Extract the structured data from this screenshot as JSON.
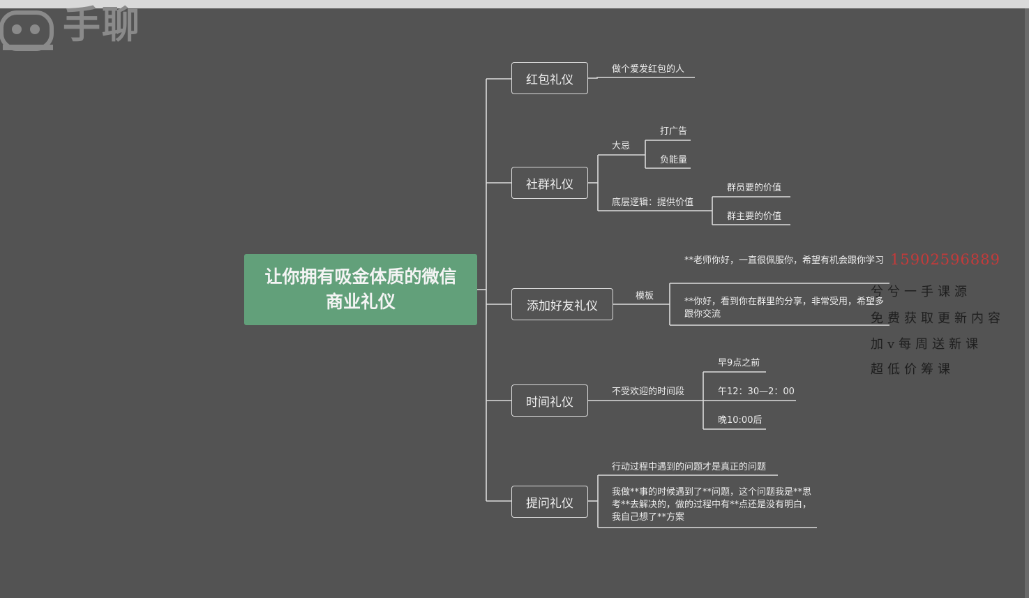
{
  "watermark": {
    "text": "手聊",
    "logo_icon": "robot-face-icon"
  },
  "mindmap": {
    "root": "让你拥有吸金体质的微信商业礼仪",
    "branches": [
      {
        "label": "红包礼仪",
        "children": [
          "做个爱发红包的人"
        ]
      },
      {
        "label": "社群礼仪",
        "children": [
          {
            "label": "大忌",
            "children": [
              "打广告",
              "负能量"
            ]
          },
          {
            "label": "底层逻辑：提供价值",
            "children": [
              "群员要的价值",
              "群主要的价值"
            ]
          }
        ]
      },
      {
        "label": "添加好友礼仪",
        "children": [
          {
            "label": "模板",
            "children": [
              "**老师你好，一直很佩服你，希望有机会跟你学习",
              "**你好，看到你在群里的分享，非常受用，希望多跟你交流"
            ]
          }
        ]
      },
      {
        "label": "时间礼仪",
        "children": [
          {
            "label": "不受欢迎的时间段",
            "children": [
              "早9点之前",
              "午12：30—2：00",
              "晚10:00后"
            ]
          }
        ]
      },
      {
        "label": "提问礼仪",
        "children": [
          "行动过程中遇到的问题才是真正的问题",
          "我做**事的时候遇到了**问题，这个问题我是**思考**去解决的，做的过程中有**点还是没有明白，我自己想了**方案"
        ]
      }
    ]
  },
  "overlay": {
    "phone": "15902596889",
    "lines": [
      "兮兮一手课源",
      "免费获取更新内容",
      "加v每周送新课",
      "超低价筹课"
    ]
  },
  "colors": {
    "background": "#535353",
    "root_fill": "#62a07a",
    "line": "#dcdcdc",
    "phone": "#c43a3a"
  }
}
